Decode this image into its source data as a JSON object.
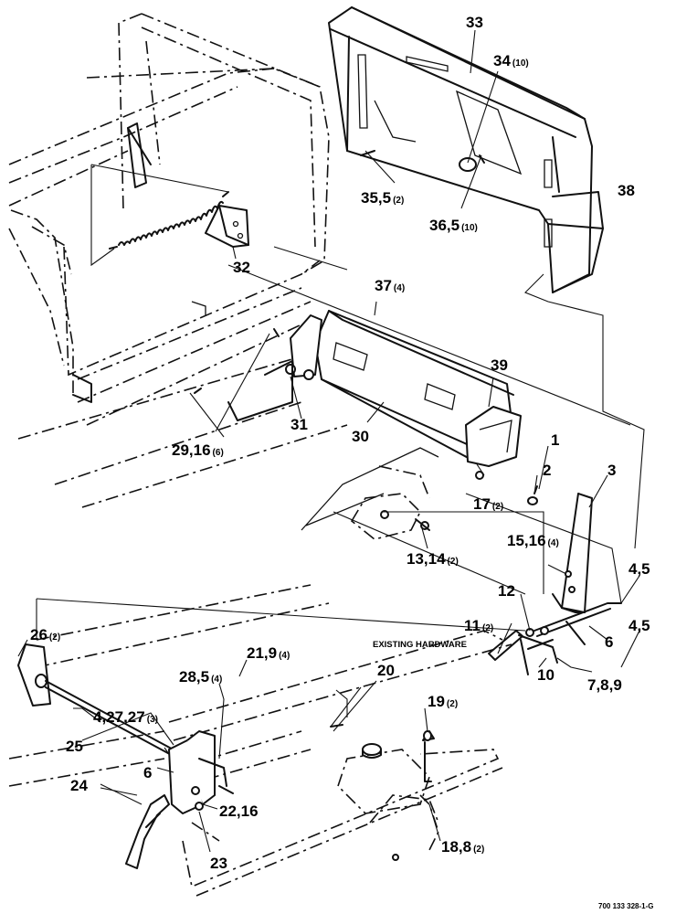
{
  "callouts": [
    {
      "id": "c33",
      "text": "33",
      "qty": ""
    },
    {
      "id": "c34",
      "text": "34",
      "qty": "(10)"
    },
    {
      "id": "c35",
      "text": "35,5",
      "qty": "(2)"
    },
    {
      "id": "c36",
      "text": "36,5",
      "qty": "(10)"
    },
    {
      "id": "c38",
      "text": "38",
      "qty": ""
    },
    {
      "id": "c32",
      "text": "32",
      "qty": ""
    },
    {
      "id": "c37",
      "text": "37",
      "qty": "(4)"
    },
    {
      "id": "c39",
      "text": "39",
      "qty": ""
    },
    {
      "id": "c31",
      "text": "31",
      "qty": ""
    },
    {
      "id": "c30",
      "text": "30",
      "qty": ""
    },
    {
      "id": "c29",
      "text": "29,16",
      "qty": "(6)"
    },
    {
      "id": "c1",
      "text": "1",
      "qty": ""
    },
    {
      "id": "c2",
      "text": "2",
      "qty": ""
    },
    {
      "id": "c3",
      "text": "3",
      "qty": ""
    },
    {
      "id": "c17",
      "text": "17",
      "qty": "(2)"
    },
    {
      "id": "c15",
      "text": "15,16",
      "qty": "(4)"
    },
    {
      "id": "c13",
      "text": "13,14",
      "qty": "(2)"
    },
    {
      "id": "c45a",
      "text": "4,5",
      "qty": ""
    },
    {
      "id": "c12",
      "text": "12",
      "qty": ""
    },
    {
      "id": "c11",
      "text": "11",
      "qty": "(2)"
    },
    {
      "id": "c6a",
      "text": "6",
      "qty": ""
    },
    {
      "id": "c45b",
      "text": "4,5",
      "qty": ""
    },
    {
      "id": "c10",
      "text": "10",
      "qty": ""
    },
    {
      "id": "c789",
      "text": "7,8,9",
      "qty": ""
    },
    {
      "id": "c26",
      "text": "26",
      "qty": "(2)"
    },
    {
      "id": "c21",
      "text": "21,9",
      "qty": "(4)"
    },
    {
      "id": "c28",
      "text": "28,5",
      "qty": "(4)"
    },
    {
      "id": "c20",
      "text": "20",
      "qty": ""
    },
    {
      "id": "c19",
      "text": "19",
      "qty": "(2)"
    },
    {
      "id": "c4",
      "text": "4,27,27",
      "qty": "(3)"
    },
    {
      "id": "c25",
      "text": "25",
      "qty": ""
    },
    {
      "id": "c6b",
      "text": "6",
      "qty": ""
    },
    {
      "id": "c24",
      "text": "24",
      "qty": ""
    },
    {
      "id": "c22",
      "text": "22,16",
      "qty": ""
    },
    {
      "id": "c23",
      "text": "23",
      "qty": ""
    },
    {
      "id": "c18",
      "text": "18,8",
      "qty": "(2)"
    }
  ],
  "note": "EXISTING HARDWARE",
  "reference": "700 133 328-1-G"
}
